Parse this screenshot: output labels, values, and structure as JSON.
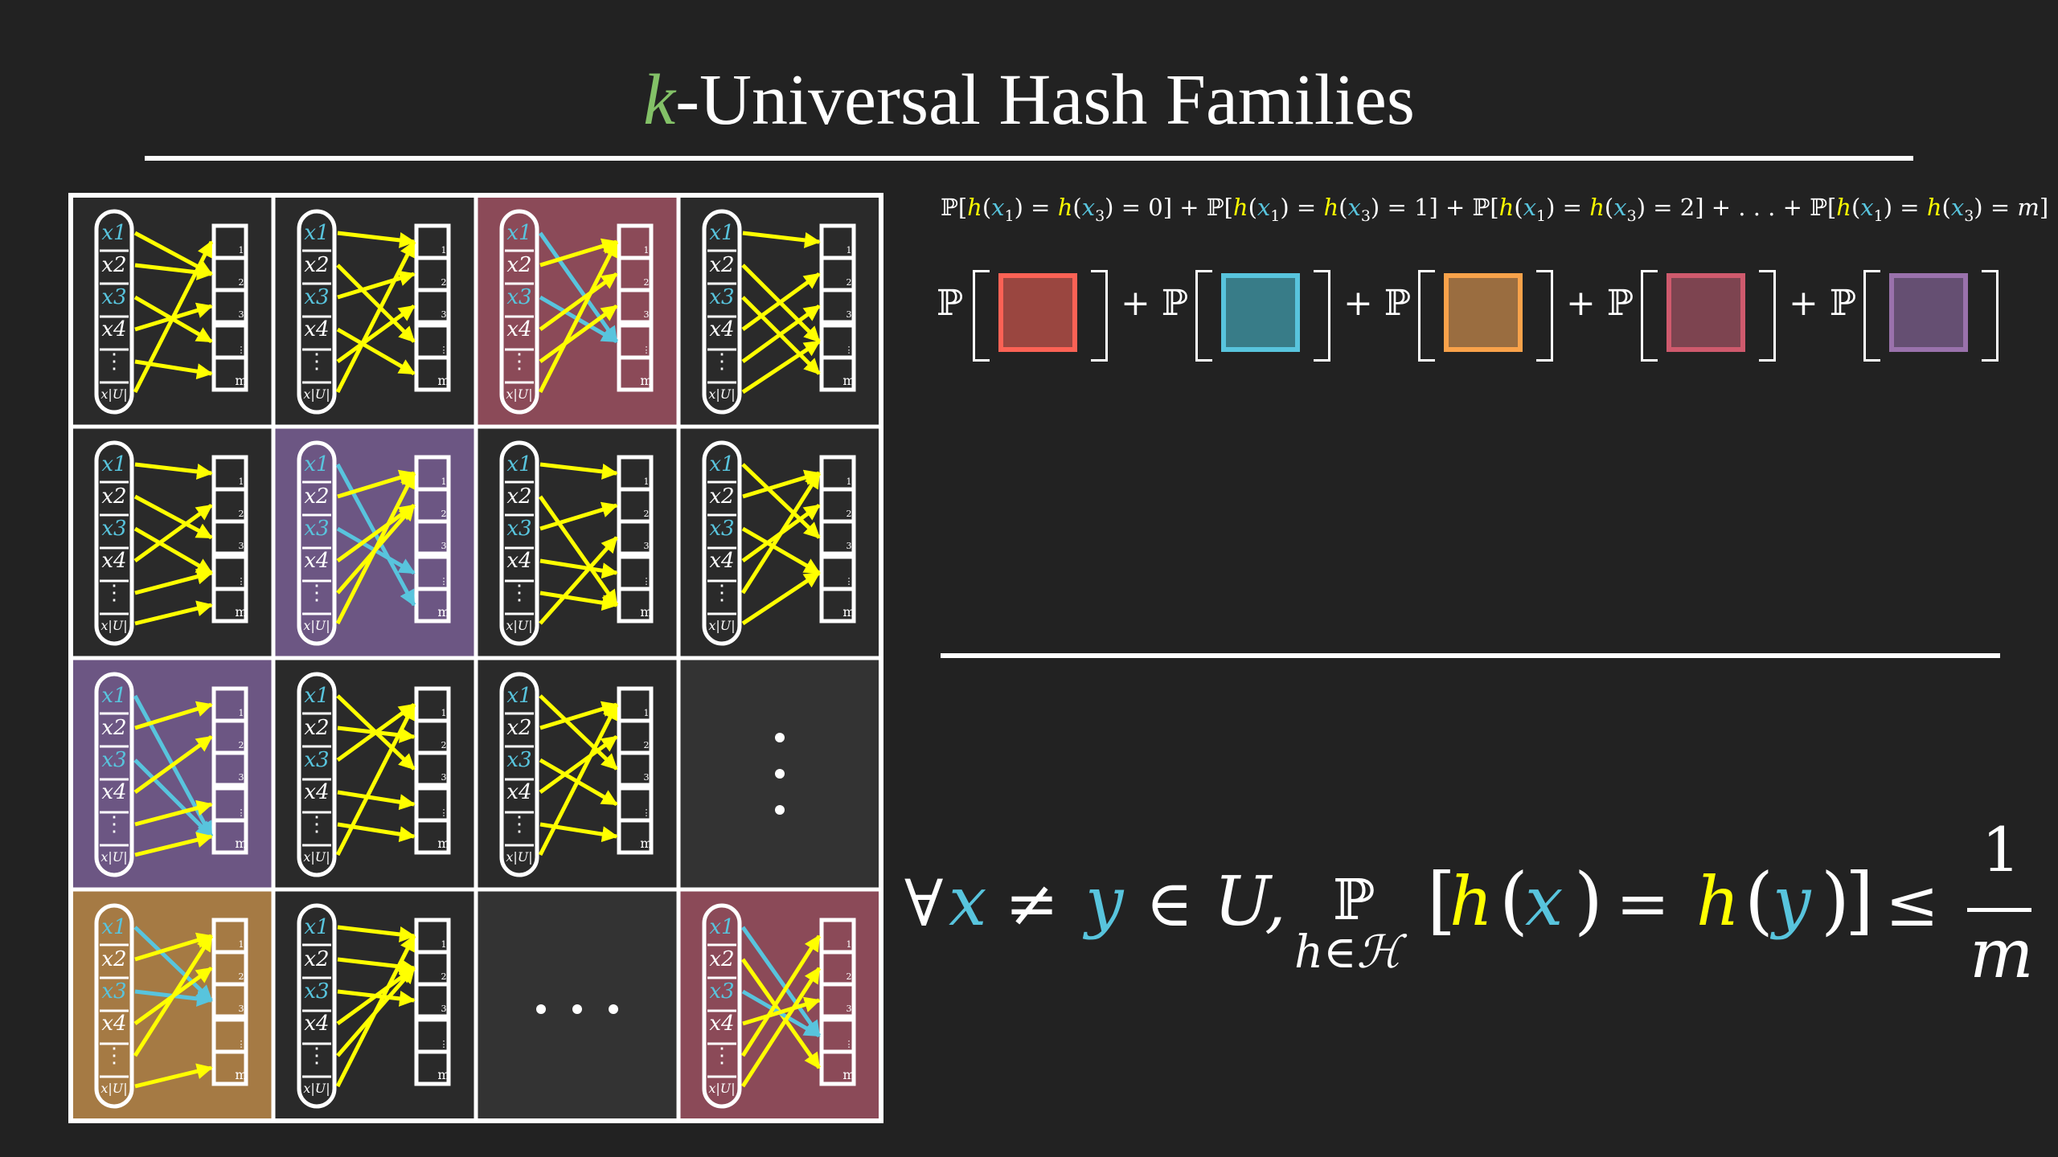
{
  "title": {
    "k": "k",
    "rest": "-Universal Hash Families"
  },
  "grid": {
    "rows": 4,
    "cols": 4,
    "labels": [
      "x1",
      "x2",
      "x3",
      "x4",
      "⋮",
      "x|U|"
    ],
    "bucket_labels": [
      "1",
      "2",
      "3",
      "⋮",
      "m"
    ],
    "ellipsis_vertical": "⋮",
    "ellipsis_horizontal": "…",
    "cells": [
      {
        "fill": "none",
        "maps": [
          1,
          1,
          3,
          2,
          4,
          0
        ]
      },
      {
        "fill": "none",
        "maps": [
          0,
          3,
          1,
          4,
          2,
          0
        ]
      },
      {
        "fill": "#8b4a58",
        "maps": [
          3,
          0,
          3,
          1,
          2,
          0
        ],
        "hi": [
          0,
          2
        ]
      },
      {
        "fill": "none",
        "maps": [
          0,
          3,
          4,
          1,
          2,
          3
        ]
      },
      {
        "fill": "none",
        "maps": [
          0,
          2,
          3,
          1,
          3,
          4
        ]
      },
      {
        "fill": "#6c5683",
        "maps": [
          4,
          0,
          3,
          1,
          1,
          0
        ],
        "hi": [
          0,
          2
        ]
      },
      {
        "fill": "none",
        "maps": [
          0,
          4,
          1,
          3,
          4,
          2
        ]
      },
      {
        "fill": "none",
        "maps": [
          2,
          0,
          3,
          1,
          0,
          3
        ]
      },
      {
        "fill": "#6c5683",
        "maps": [
          4,
          0,
          4,
          1,
          3,
          4
        ],
        "hi": [
          0,
          2
        ]
      },
      {
        "fill": "none",
        "maps": [
          2,
          1,
          0,
          3,
          4,
          0
        ]
      },
      {
        "fill": "none",
        "maps": [
          2,
          0,
          3,
          1,
          4,
          0
        ]
      },
      {
        "type": "vdots"
      },
      {
        "fill": "#a57a44",
        "maps": [
          2,
          0,
          2,
          1,
          0,
          4
        ],
        "hi": [
          0,
          2
        ]
      },
      {
        "fill": "none",
        "maps": [
          0,
          1,
          2,
          1,
          1,
          0
        ]
      },
      {
        "type": "hdots"
      },
      {
        "fill": "#8b4a58",
        "maps": [
          3,
          4,
          3,
          2,
          0,
          1
        ],
        "hi": [
          0,
          2
        ]
      }
    ]
  },
  "sum_terms": [
    {
      "lhs_x": "x",
      "lhs_sub": "1",
      "rhs_x": "x",
      "rhs_sub": "3",
      "val": "0"
    },
    {
      "lhs_x": "x",
      "lhs_sub": "1",
      "rhs_x": "x",
      "rhs_sub": "3",
      "val": "1"
    },
    {
      "lhs_x": "x",
      "lhs_sub": "1",
      "rhs_x": "x",
      "rhs_sub": "3",
      "val": "2"
    },
    {
      "lhs_x": "x",
      "lhs_sub": "1",
      "rhs_x": "x",
      "rhs_sub": "3",
      "val": "m"
    }
  ],
  "sum_text": {
    "P": "ℙ",
    "h": "h",
    "eq": "=",
    "plus": "+",
    "dots": ". . .",
    "open": "[",
    "close": "]"
  },
  "prob_boxes": [
    {
      "fill": "#9a4640",
      "border": "#fc6255"
    },
    {
      "fill": "#387c88",
      "border": "#58c4dd"
    },
    {
      "fill": "#9a6d40",
      "border": "#f9a24a"
    },
    {
      "fill": "#7d4450",
      "border": "#cf5a6d"
    },
    {
      "fill": "#654f72",
      "border": "#9a72ac"
    }
  ],
  "prob_text": {
    "P": "ℙ",
    "plus": "+"
  },
  "formula": {
    "forall": "∀",
    "x": "x",
    "neq": "≠",
    "y": "y",
    "in": "∈",
    "U": "U,",
    "P": "ℙ",
    "sub": "h∈ℋ",
    "open": "[",
    "h": "h",
    "lp": "(",
    "rp": ")",
    "eq": "=",
    "close": "]",
    "leq": "≤",
    "num": "1",
    "den": "m"
  },
  "colors": {
    "yellow": "#ffff00",
    "blue": "#58c4dd",
    "green": "#83c167",
    "white": "#ffffff"
  }
}
